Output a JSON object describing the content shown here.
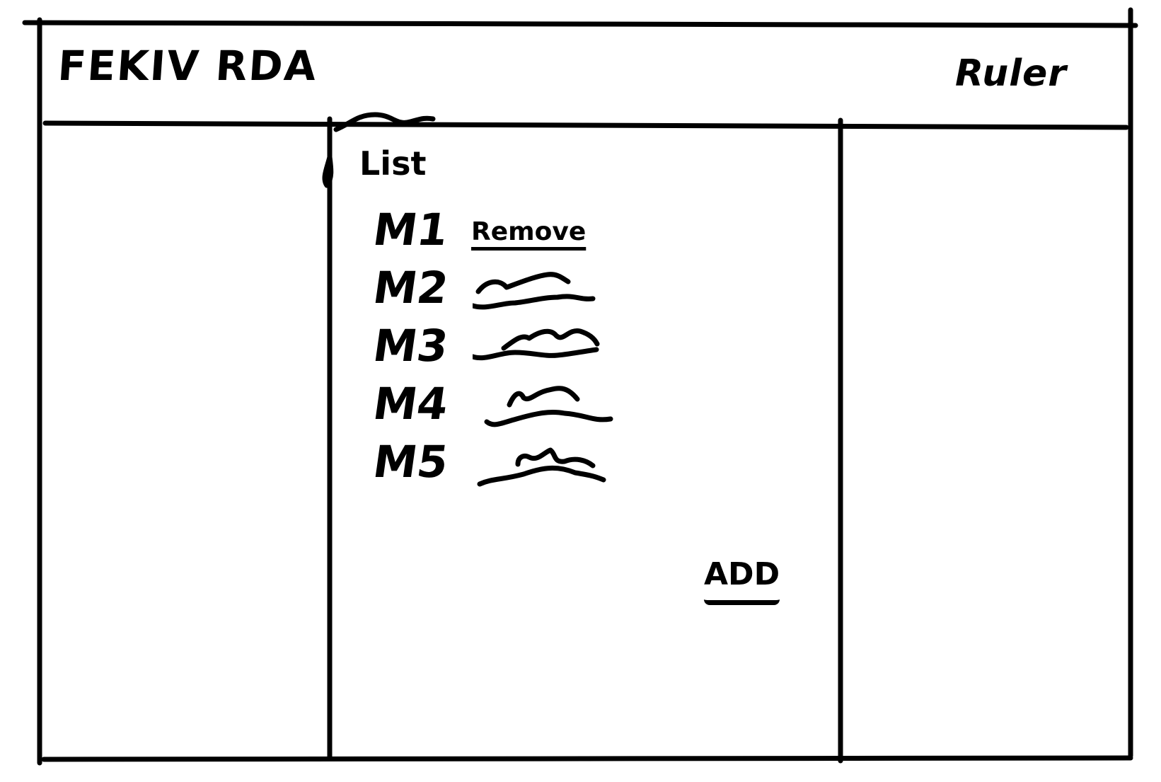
{
  "header": {
    "app_title": "FEKIV RDA",
    "right_label": "Ruler"
  },
  "list": {
    "title": "List",
    "rows": [
      {
        "label": "M1",
        "action_label": "Remove"
      },
      {
        "label": "M2",
        "action_label": ""
      },
      {
        "label": "M3",
        "action_label": ""
      },
      {
        "label": "M4",
        "action_label": ""
      },
      {
        "label": "M5",
        "action_label": ""
      }
    ]
  },
  "add_button": {
    "label": "ADD"
  }
}
